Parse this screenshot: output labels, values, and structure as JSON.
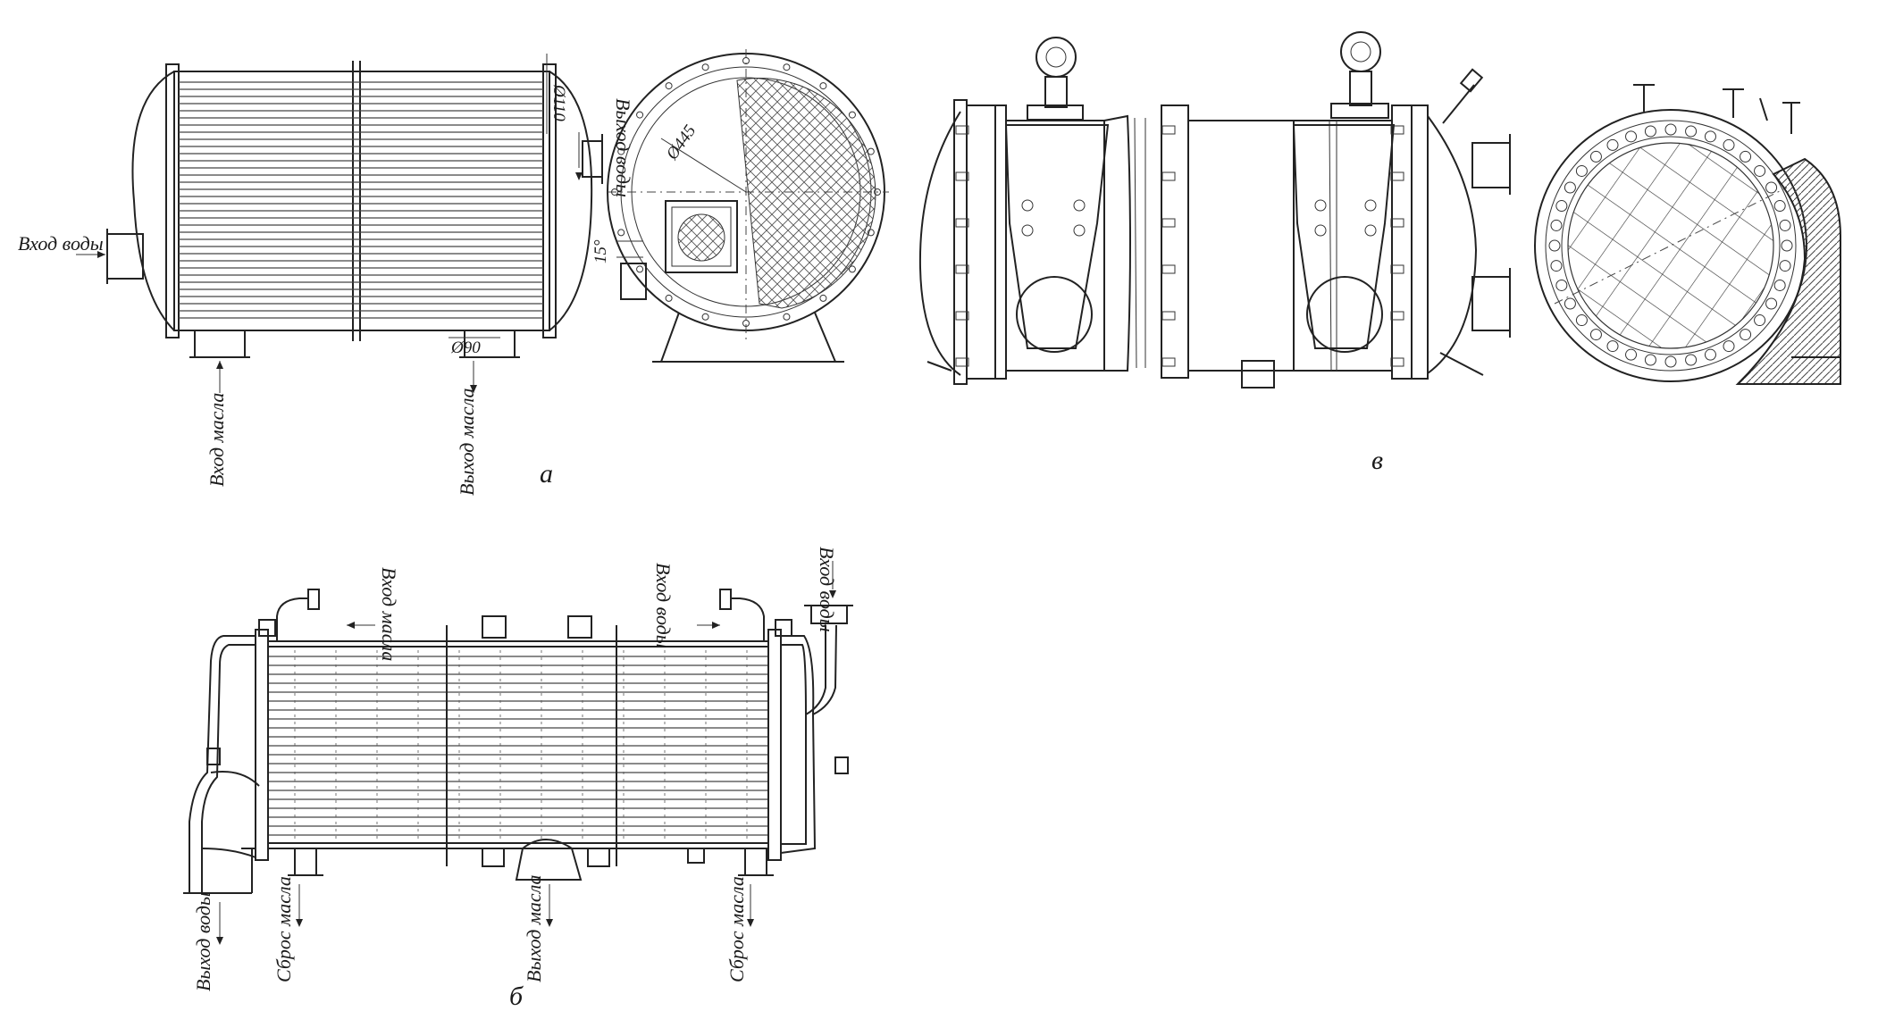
{
  "figure_a": {
    "caption": "а",
    "inlet_water": "Вход воды",
    "outlet_water": "Выход воды",
    "inlet_oil": "Вход масла",
    "outlet_oil": "Выход масла",
    "dim_110": "Ø110",
    "dim_90": "Ø90",
    "dim_445": "Ø445",
    "angle": "15°"
  },
  "figure_b": {
    "caption": "б",
    "inlet_oil": "Вход масла",
    "inlet_water_top": "Вход воды",
    "inlet_water_right": "Вход воды",
    "outlet_water": "Выход воды",
    "drain_oil_left": "Сброс масла",
    "outlet_oil": "Выход масла",
    "drain_oil_right": "Сброс масла"
  },
  "figure_v": {
    "caption": "в"
  }
}
